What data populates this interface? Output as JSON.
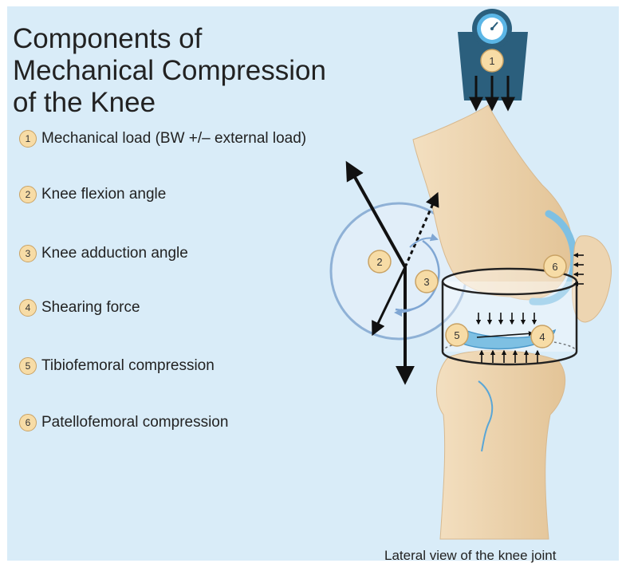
{
  "title": {
    "line1": "Components of",
    "line2": "Mechanical Compression",
    "line3": "of the Knee"
  },
  "legend": [
    {
      "number": "1",
      "label": "Mechanical load (BW +/– external load)"
    },
    {
      "number": "2",
      "label": "Knee flexion angle"
    },
    {
      "number": "3",
      "label": "Knee adduction angle"
    },
    {
      "number": "4",
      "label": "Shearing force"
    },
    {
      "number": "5",
      "label": "Tibiofemoral compression"
    },
    {
      "number": "6",
      "label": "Patellofemoral compression"
    }
  ],
  "diagram": {
    "scale_icon": "weighing-scale-icon",
    "markers": [
      "1",
      "2",
      "3",
      "4",
      "5",
      "6"
    ]
  },
  "caption": "Lateral view of the knee joint",
  "colors": {
    "background": "#d9ecf8",
    "bone": "#edd5b1",
    "cartilage": "#7ec0e3",
    "scale": "#2b5f7d",
    "badge": "#f7dca6"
  }
}
